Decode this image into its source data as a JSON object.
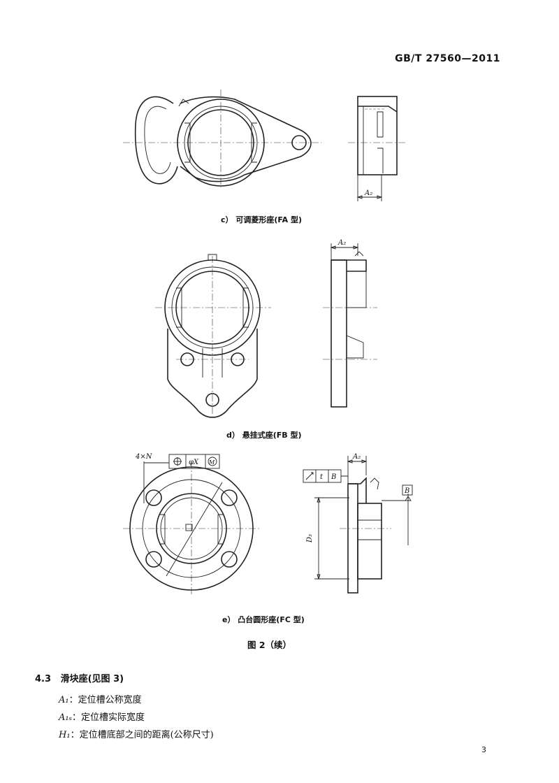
{
  "header": {
    "standard_no": "GB/T 27560—2011"
  },
  "captions": {
    "c": "c）  可调菱形座(FA 型)",
    "d": "d）  悬挂式座(FB 型)",
    "e": "e）  凸台圆形座(FC 型)"
  },
  "figure_caption": "图 2（续）",
  "dimension_labels": {
    "a2": "A₂",
    "d3": "D₃",
    "tol_count": "4×N",
    "tol_phi": "φX",
    "tol_m": "M",
    "tol_t": "t",
    "tol_b": "B",
    "datum": "B"
  },
  "section": {
    "number": "4.3",
    "title": "滑块座(见图 3)"
  },
  "definitions": [
    {
      "symbol": "A₁",
      "text": "：定位槽公称宽度"
    },
    {
      "symbol": "A₁ₛ",
      "text": "：定位槽实际宽度"
    },
    {
      "symbol": "H₁",
      "text": "：定位槽底部之间的距离(公称尺寸)"
    }
  ],
  "page_number": "3"
}
